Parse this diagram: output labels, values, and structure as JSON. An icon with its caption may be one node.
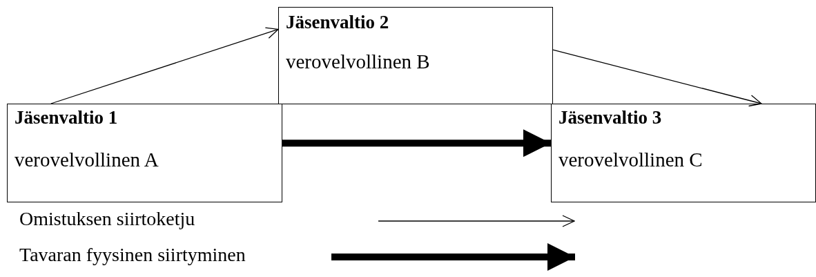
{
  "diagram": {
    "nodes": [
      {
        "text": [
          "Jäsenvaltio 1",
          "verovelvollinen A"
        ]
      },
      {
        "text": [
          "Jäsenvaltio 2",
          "verovelvollinen B"
        ]
      },
      {
        "text": [
          "Jäsenvaltio 3",
          "verovelvollinen C"
        ]
      }
    ],
    "edges": [
      {
        "from": 0,
        "to": 1,
        "arrow": "to"
      },
      {
        "from": 1,
        "to": 2,
        "arrow": "to"
      },
      {
        "from": 0,
        "to": 2,
        "arrow": "to",
        "style": "thick"
      }
    ],
    "legend": [
      {
        "text": "Omistuksen siirtoketju"
      },
      {
        "text": "Tavaran fyysinen siirtyminen"
      }
    ]
  }
}
